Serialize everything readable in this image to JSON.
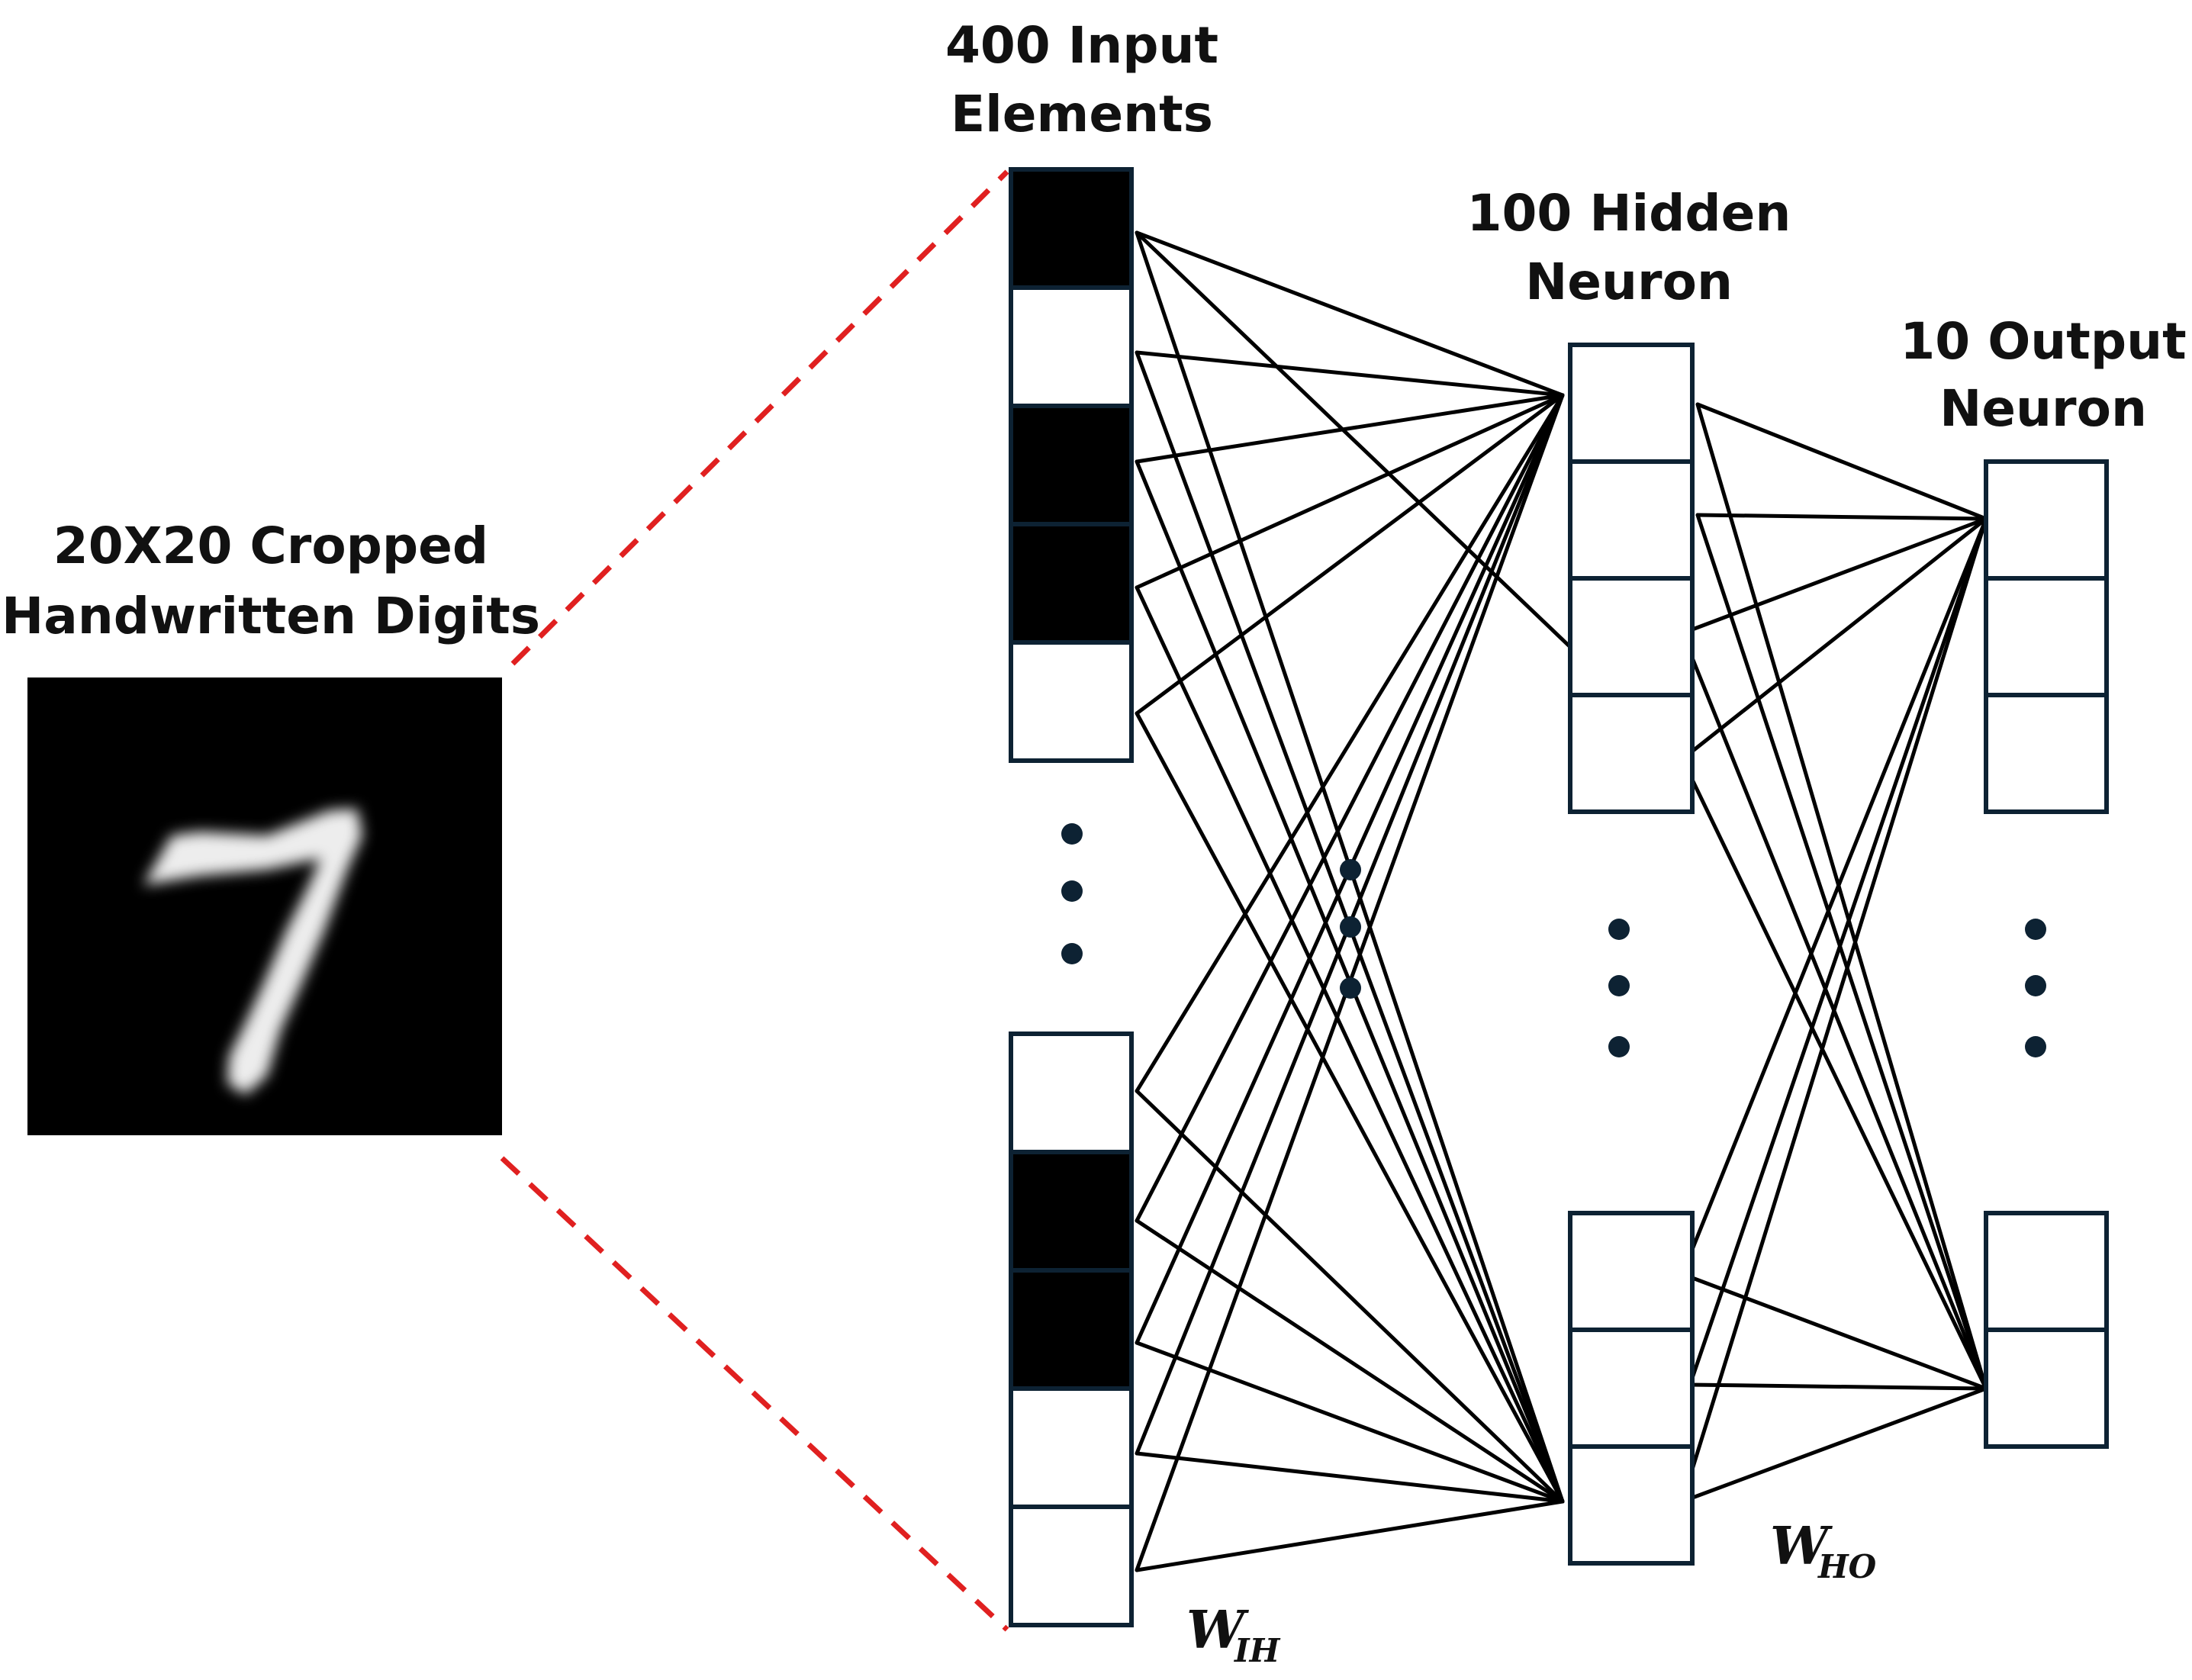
{
  "labels": {
    "image_title_line1": "20X20 Cropped",
    "image_title_line2": "Handwritten Digits",
    "input_title_line1": "400 Input",
    "input_title_line2": "Elements",
    "hidden_title_line1": "100 Hidden",
    "hidden_title_line2": "Neuron",
    "output_title_line1": "10 Output",
    "output_title_line2": "Neuron"
  },
  "weights": {
    "input_hidden": {
      "symbol": "W",
      "subscript": "IH"
    },
    "hidden_output": {
      "symbol": "W",
      "subscript": "HO"
    }
  },
  "digit_image": {
    "digit": "7"
  },
  "layers": {
    "input_top_cells": [
      "black",
      "white",
      "black",
      "black",
      "white"
    ],
    "input_bottom_cells": [
      "white",
      "black",
      "black",
      "white",
      "white"
    ],
    "hidden_top_cell_count": 4,
    "hidden_bottom_cell_count": 3,
    "output_top_cell_count": 3,
    "output_bottom_cell_count": 2
  },
  "colors": {
    "cell_border": "#0d2233",
    "connection_line": "#000000",
    "dashed_guide": "#e02020",
    "ellipsis_dot": "#0d2233",
    "filled_cell": "#000000",
    "empty_cell": "#ffffff"
  }
}
